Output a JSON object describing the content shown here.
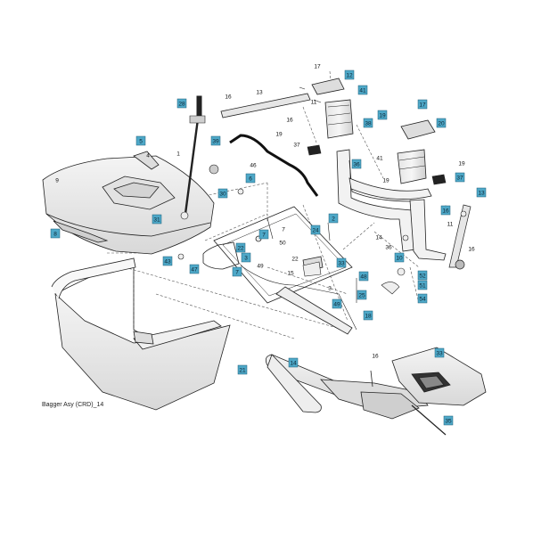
{
  "caption": "Bagger Asy (CRD)_14",
  "colors": {
    "callout_boxed_fill": "#4ea8c8",
    "callout_boxed_text": "#0b2230",
    "part_fill": "#eeeeee",
    "part_stroke": "#222222",
    "dashed_leader": "#555555"
  },
  "callouts": [
    {
      "id": "c1",
      "label": "17",
      "boxed": false
    },
    {
      "id": "c2",
      "label": "12",
      "boxed": true
    },
    {
      "id": "c3",
      "label": "41",
      "boxed": true
    },
    {
      "id": "c4",
      "label": "13",
      "boxed": false
    },
    {
      "id": "c5",
      "label": "16",
      "boxed": false
    },
    {
      "id": "c6",
      "label": "28",
      "boxed": true
    },
    {
      "id": "c7",
      "label": "11",
      "boxed": false
    },
    {
      "id": "c8",
      "label": "19",
      "boxed": true
    },
    {
      "id": "c9",
      "label": "16",
      "boxed": false
    },
    {
      "id": "c10",
      "label": "38",
      "boxed": true
    },
    {
      "id": "c11",
      "label": "17",
      "boxed": true
    },
    {
      "id": "c12",
      "label": "20",
      "boxed": true
    },
    {
      "id": "c13",
      "label": "19",
      "boxed": false
    },
    {
      "id": "c14",
      "label": "39",
      "boxed": true
    },
    {
      "id": "c15",
      "label": "37",
      "boxed": false
    },
    {
      "id": "c16",
      "label": "5",
      "boxed": true
    },
    {
      "id": "c17",
      "label": "1",
      "boxed": false
    },
    {
      "id": "c18",
      "label": "4",
      "boxed": false
    },
    {
      "id": "c19",
      "label": "36",
      "boxed": true
    },
    {
      "id": "c20",
      "label": "41",
      "boxed": false
    },
    {
      "id": "c21",
      "label": "19",
      "boxed": false
    },
    {
      "id": "c22",
      "label": "46",
      "boxed": false
    },
    {
      "id": "c23",
      "label": "9",
      "boxed": false
    },
    {
      "id": "c24",
      "label": "19",
      "boxed": false
    },
    {
      "id": "c25",
      "label": "37",
      "boxed": true
    },
    {
      "id": "c26",
      "label": "6",
      "boxed": true
    },
    {
      "id": "c27",
      "label": "30",
      "boxed": true
    },
    {
      "id": "c28",
      "label": "13",
      "boxed": true
    },
    {
      "id": "c29",
      "label": "16",
      "boxed": true
    },
    {
      "id": "c30",
      "label": "31",
      "boxed": true
    },
    {
      "id": "c31",
      "label": "2",
      "boxed": true
    },
    {
      "id": "c32",
      "label": "7",
      "boxed": false
    },
    {
      "id": "c33",
      "label": "24",
      "boxed": true
    },
    {
      "id": "c34",
      "label": "11",
      "boxed": false
    },
    {
      "id": "c35",
      "label": "8",
      "boxed": true
    },
    {
      "id": "c36",
      "label": "14",
      "boxed": false
    },
    {
      "id": "c37",
      "label": "36",
      "boxed": false
    },
    {
      "id": "c38",
      "label": "16",
      "boxed": false
    },
    {
      "id": "c39",
      "label": "7",
      "boxed": true
    },
    {
      "id": "c40",
      "label": "22",
      "boxed": true
    },
    {
      "id": "c41",
      "label": "50",
      "boxed": false
    },
    {
      "id": "c42",
      "label": "3",
      "boxed": true
    },
    {
      "id": "c43",
      "label": "43",
      "boxed": true
    },
    {
      "id": "c44",
      "label": "49",
      "boxed": false
    },
    {
      "id": "c45",
      "label": "10",
      "boxed": true
    },
    {
      "id": "c46",
      "label": "22",
      "boxed": false
    },
    {
      "id": "c47",
      "label": "33",
      "boxed": true
    },
    {
      "id": "c48",
      "label": "47",
      "boxed": true
    },
    {
      "id": "c49",
      "label": "7",
      "boxed": true
    },
    {
      "id": "c50",
      "label": "15",
      "boxed": false
    },
    {
      "id": "c51",
      "label": "52",
      "boxed": true
    },
    {
      "id": "c52",
      "label": "48",
      "boxed": true
    },
    {
      "id": "c53",
      "label": "51",
      "boxed": true
    },
    {
      "id": "c54",
      "label": "3",
      "boxed": false
    },
    {
      "id": "c55",
      "label": "54",
      "boxed": true
    },
    {
      "id": "c56",
      "label": "25",
      "boxed": true
    },
    {
      "id": "c57",
      "label": "49",
      "boxed": true
    },
    {
      "id": "c58",
      "label": "18",
      "boxed": true
    },
    {
      "id": "c59",
      "label": "21",
      "boxed": true
    },
    {
      "id": "c60",
      "label": "14",
      "boxed": true
    },
    {
      "id": "c61",
      "label": "16",
      "boxed": false
    },
    {
      "id": "c62",
      "label": "33",
      "boxed": true
    },
    {
      "id": "c63",
      "label": "35",
      "boxed": true
    }
  ]
}
